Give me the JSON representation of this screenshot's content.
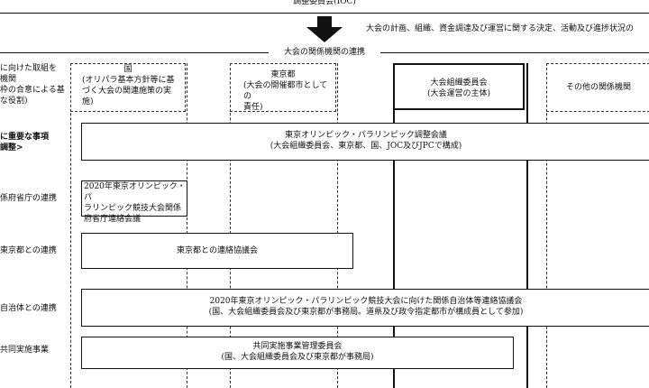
{
  "top_title": "調整委員会(IOC)",
  "arrow_caption": "大会の計画、組織、資金調達及び運営に関する決定、活動及び進捗状況の",
  "section_title": "大会の関係機関の連携",
  "left_labels": {
    "intro": [
      "に向けた取組を",
      "機関",
      "枠の合意による基",
      "な役割)"
    ],
    "important": [
      "に重要な事項",
      "調整>"
    ],
    "ministries": "係府省庁の連携",
    "tokyo": "東京都との連携",
    "local": "自治体との連携",
    "joint": "共同実施事業"
  },
  "columns": {
    "kuni": [
      "国",
      "(オリパラ基本方針等に基",
      "づく大会の関連施策の実",
      "施)"
    ],
    "tokyo": [
      "東京都",
      "(大会の開催都市としての",
      "責任)"
    ],
    "committee": [
      "大会組織委員会",
      "(大会運営の主体)"
    ],
    "others": "その他の関係機関"
  },
  "boxes": {
    "council": [
      "東京オリンピック・パラリンピック調整会議",
      "(大会組織委員会、東京都、国、JOC及びJPCで構成)"
    ],
    "ministries": [
      "2020年東京オリンピック・パ",
      "ラリンピック競技大会関係",
      "府省庁連絡会議"
    ],
    "tokyo_liaison": "東京都との連絡協議会",
    "local_gov": [
      "2020年東京オリンピック・パラリンピック競技大会に向けた関係自治体等連絡協議会",
      "(国、大会組織委員会及び東京都が事務局。道県及び政令指定都市が構成員として参加)"
    ],
    "joint_mgmt": [
      "共同実施事業管理委員会",
      "(国、大会組織委員会及び東京都が事務局)"
    ]
  }
}
